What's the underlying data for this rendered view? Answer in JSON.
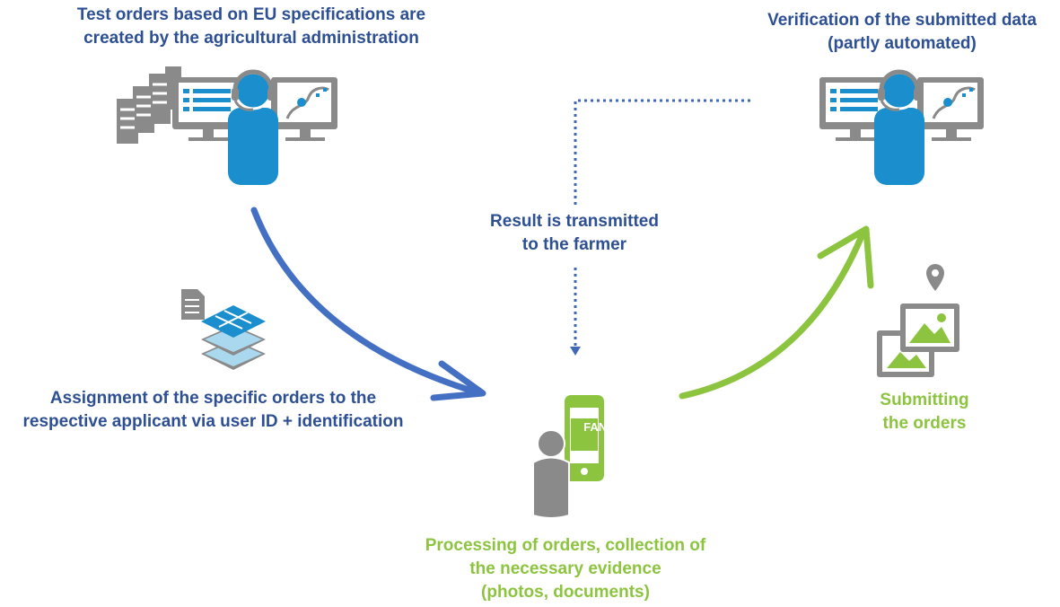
{
  "labels": {
    "test_orders": "Test orders based on EU specifications are\ncreated by the agricultural administration",
    "verification": "Verification of the submitted data\n(partly automated)",
    "result": "Result is transmitted\nto the farmer",
    "assignment": "Assignment of the specific orders to the\nrespective applicant via user ID + identification",
    "submitting": "Submitting\nthe orders",
    "processing": "Processing of orders, collection of\nthe necessary evidence\n(photos, documents)",
    "app_name": "FANi"
  },
  "colors": {
    "blue_text": "#2d4f93",
    "green": "#8cc43f",
    "accent_blue": "#1b8fcd",
    "gray": "#8a8a8a",
    "arrow_blue": "#4470c4",
    "dotted_blue": "#3f69b8"
  },
  "icons": [
    "documents-icon",
    "monitor-icon",
    "operator-headset-icon",
    "map-layers-icon",
    "smartphone-icon",
    "person-icon",
    "photo-gallery-icon",
    "location-pin-icon"
  ]
}
